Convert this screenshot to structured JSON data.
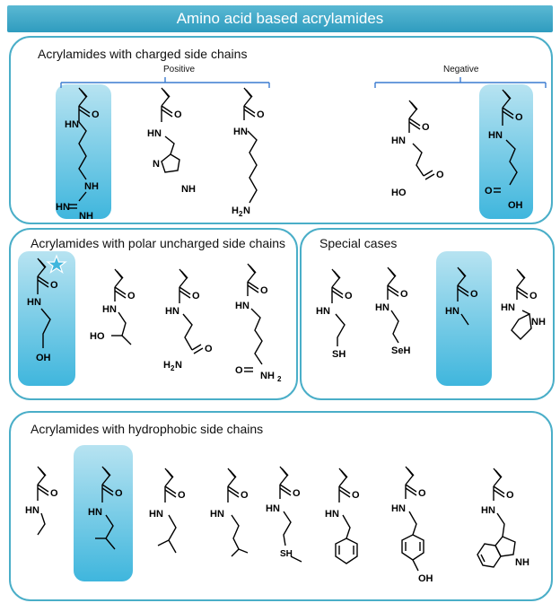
{
  "header": {
    "title": "Amino acid based acrylamides"
  },
  "panels": {
    "charged": {
      "title": "Acrylamides with charged side chains",
      "positive_label": "Positive",
      "negative_label": "Negative"
    },
    "polar": {
      "title": "Acrylamides with polar uncharged side chains"
    },
    "special": {
      "title": "Special cases"
    },
    "hydrophobic": {
      "title": "Acrylamides with hydrophobic side chains"
    }
  },
  "atom_labels": {
    "o": "O",
    "hn": "HN",
    "nh": "NH",
    "nh2": "NH",
    "h2n": "H",
    "h2n_n": "N",
    "ho": "HO",
    "oh": "OH",
    "sh": "SH",
    "seh": "SeH",
    "n": "N",
    "sub2": "2"
  },
  "colors": {
    "accent": "#4aaec8",
    "banner": "#3aa5c6",
    "highlight": "#3fb6dd"
  },
  "icons": {
    "star": "star-icon"
  }
}
